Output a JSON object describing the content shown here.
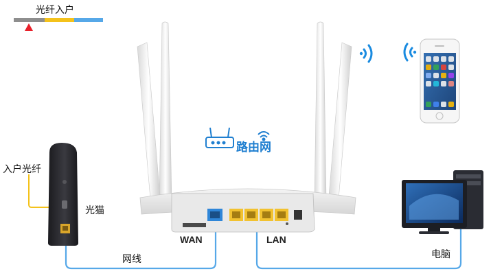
{
  "legend": {
    "title": "光纤入户",
    "colors": [
      "#8e8e8e",
      "#f4c21b",
      "#56a8e8"
    ],
    "marker_color": "#e8202a"
  },
  "labels": {
    "fiber_in": "入户光纤",
    "modem": "光猫",
    "cable": "网线",
    "wan": "WAN",
    "lan": "LAN",
    "computer": "电脑"
  },
  "logo": {
    "text": "路由网",
    "color": "#1f7fd0"
  },
  "colors": {
    "fiber": "#f4c21b",
    "ethernet": "#56a8e8",
    "router": "#ececec",
    "modem": "#2a2a2e",
    "port": "#f2c230"
  },
  "icons": [
    "router-icon",
    "wifi-icon",
    "smartphone-icon",
    "desktop-computer-icon",
    "modem-icon"
  ]
}
